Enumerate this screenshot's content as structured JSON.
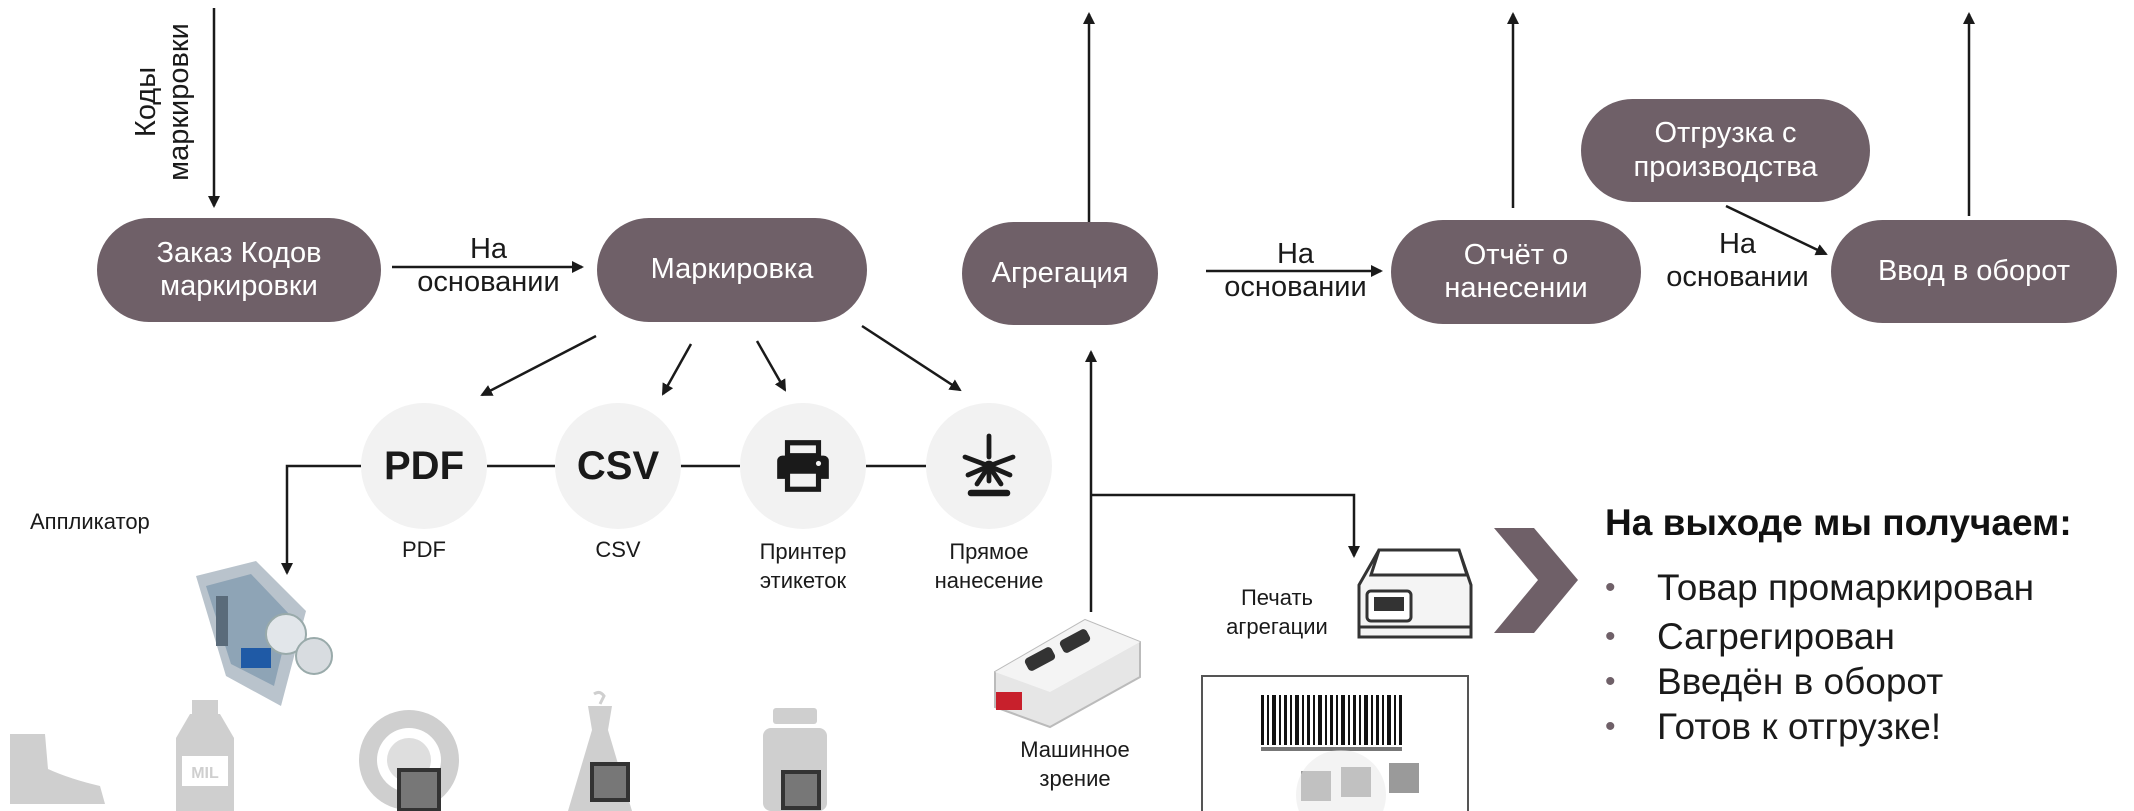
{
  "nodes": {
    "zakaz": "Заказ Кодов\nмаркировки",
    "markirovka": "Маркировка",
    "agregaciya": "Агрегация",
    "otchet": "Отчёт о\nнанесении",
    "otgruzka": "Отгрузка с\nпроизводства",
    "vvod": "Ввод в оборот"
  },
  "edge_labels": {
    "codes": "Коды\nмаркировки",
    "na_osnovanii_1": "На\nосновании",
    "na_osnovanii_2": "На\nосновании",
    "na_osnovanii_3": "На\nосновании"
  },
  "outputs": {
    "pdf_icon": "PDF",
    "csv_icon": "CSV",
    "pdf_label": "PDF",
    "csv_label": "CSV",
    "printer_label": "Принтер\nэтикеток",
    "direct_label": "Прямое\nнанесение"
  },
  "equipment": {
    "applicator": "Аппликатор",
    "vision": "Машинное\nзрение",
    "agg_print": "Печать\nагрегации"
  },
  "result": {
    "title": "На выходе мы получаем:",
    "items": [
      "Товар промаркирован",
      "Сагрегирован",
      "Введён в оборот",
      "Готов к отгрузке!"
    ]
  },
  "colors": {
    "node": "#6f6068",
    "chevron": "#6f6068",
    "icon_gray": "#cfcfcf"
  },
  "icons": [
    "printer-icon",
    "laser-icon",
    "applicator-image",
    "shoe-icon",
    "bottle-icon",
    "tire-icon",
    "dress-icon",
    "jar-icon",
    "camera-scanner-image",
    "label-printer-image",
    "barcode-label-image",
    "chevron-right-icon"
  ]
}
